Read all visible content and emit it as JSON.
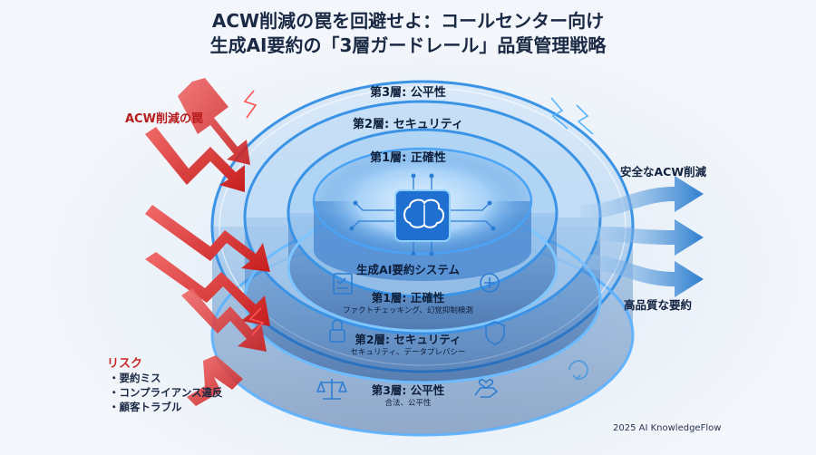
{
  "title": {
    "line1": "ACW削減の罠を回避せよ：コールセンター向け",
    "line2": "生成AI要約の「3層ガードレール」品質管理戦略"
  },
  "left": {
    "trap_label": "ACW削減の罠",
    "risk_heading": "リスク",
    "risk_items": [
      "・要約ミス",
      "・コンプライアンス違反",
      "・顧客トラブル"
    ]
  },
  "right": {
    "output_top": "安全なACW削減",
    "output_bottom": "高品質な要約"
  },
  "rings": {
    "top_outer": "第3層: 公平性",
    "top_middle": "第2層: セキュリティ",
    "top_inner": "第1層: 正確性",
    "core_label": "生成AI要約システム",
    "front_layer1_title": "第1層: 正確性",
    "front_layer1_sub": "ファクトチェッキング、幻覚抑制検測",
    "front_layer2_title": "第2層: セキュリティ",
    "front_layer2_sub": "セキュリティ、データプレバシー",
    "front_layer3_title": "第3層: 公平性",
    "front_layer3_sub": "合法、公平性"
  },
  "icons": {
    "core": "brain-chip-icon",
    "check": "checklist-icon",
    "lock": "lock-icon",
    "shield": "shield-icon",
    "scale": "balance-scale-icon",
    "hand": "hand-heart-icon"
  },
  "colors": {
    "title": "#1b2a44",
    "threat": "#d32f2f",
    "ring": "#2f8fe0",
    "output": "#3f8fd6"
  },
  "footer": {
    "credit": "2025 AI KnowledgeFlow"
  }
}
